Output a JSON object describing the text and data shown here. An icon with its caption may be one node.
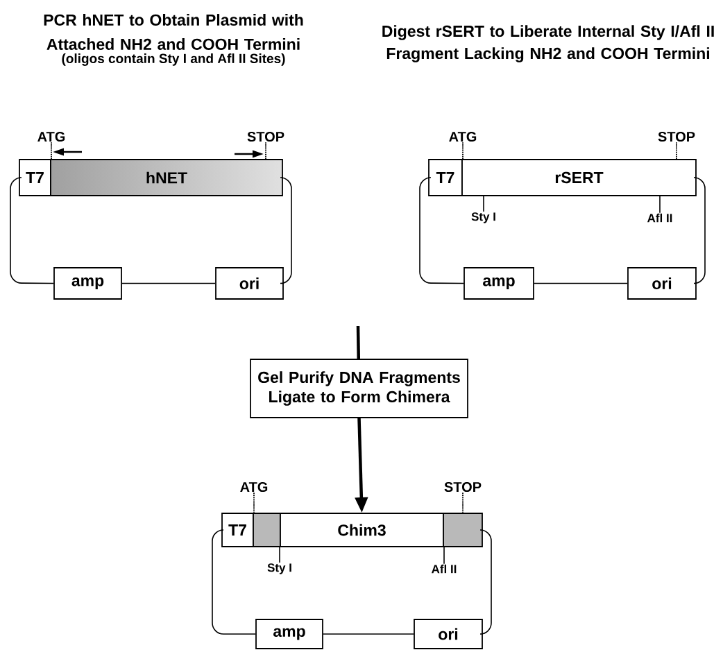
{
  "diagram": {
    "nodes": [
      {
        "text": [
          "T7"
        ]
      },
      {
        "text": [
          "hNET"
        ]
      },
      {
        "text": [
          "amp"
        ]
      },
      {
        "text": [
          "ori"
        ]
      },
      {
        "text": [
          "T7"
        ]
      },
      {
        "text": [
          "rSERT"
        ]
      },
      {
        "text": [
          "amp"
        ]
      },
      {
        "text": [
          "ori"
        ]
      },
      {
        "text": [
          "Gel Purify DNA Fragments Ligate to Form Chimera"
        ]
      },
      {
        "text": [
          "T7"
        ]
      },
      {
        "text": [],
        "shape": "box"
      },
      {
        "text": [
          "Chim3"
        ]
      },
      {
        "text": [],
        "shape": "box"
      },
      {
        "text": [
          "amp"
        ]
      },
      {
        "text": [
          "ori"
        ]
      },
      {
        "text": [
          "ATG"
        ]
      },
      {
        "text": [
          "STOP"
        ]
      },
      {
        "text": [
          "ATG"
        ]
      },
      {
        "text": [
          "STOP"
        ]
      },
      {
        "text": [
          "Sty I"
        ]
      },
      {
        "text": [
          "Afl II"
        ]
      },
      {
        "text": [
          "ATG"
        ]
      },
      {
        "text": [
          "STOP"
        ]
      },
      {
        "text": [
          "Sty I"
        ]
      },
      {
        "text": [
          "Afl II"
        ]
      }
    ],
    "edges": [
      {
        "from": 0,
        "to": 2,
        "arrow": "none"
      },
      {
        "from": 2,
        "to": 3,
        "arrow": "none"
      },
      {
        "from": 3,
        "to": 1,
        "arrow": "none"
      },
      {
        "from": 4,
        "to": 6,
        "arrow": "none"
      },
      {
        "from": 6,
        "to": 7,
        "arrow": "none"
      },
      {
        "from": 7,
        "to": 5,
        "arrow": "none"
      },
      {
        "from": null,
        "to": 8,
        "arrow": "none",
        "style": "thick"
      },
      {
        "from": 8,
        "to": 11,
        "arrow": "to",
        "style": "thick"
      },
      {
        "from": 9,
        "to": 13,
        "arrow": "none"
      },
      {
        "from": 13,
        "to": 14,
        "arrow": "none"
      },
      {
        "from": 14,
        "to": 12,
        "arrow": "none"
      },
      {
        "from": 15,
        "to": 1,
        "arrow": "none",
        "style": "dashed"
      },
      {
        "from": 16,
        "to": 1,
        "arrow": "none",
        "style": "dashed"
      },
      {
        "from": 17,
        "to": 5,
        "arrow": "none",
        "style": "dashed"
      },
      {
        "from": 18,
        "to": 5,
        "arrow": "none",
        "style": "dashed"
      },
      {
        "from": 19,
        "to": 5,
        "arrow": "none"
      },
      {
        "from": 20,
        "to": 5,
        "arrow": "none"
      },
      {
        "from": 21,
        "to": 10,
        "arrow": "none",
        "style": "dashed"
      },
      {
        "from": 22,
        "to": 12,
        "arrow": "none",
        "style": "dashed"
      },
      {
        "from": 23,
        "to": 10,
        "arrow": "none"
      },
      {
        "from": 24,
        "to": 12,
        "arrow": "none"
      }
    ],
    "labels": [
      "PCR hNET to Obtain Plasmid with Attached NH2 and COOH Termini",
      "(oligos contain Sty I and Afl II Sites)",
      "Digest rSERT to Liberate Internal Sty I/Afl II Fragment Lacking NH2 and COOH Termini"
    ]
  }
}
